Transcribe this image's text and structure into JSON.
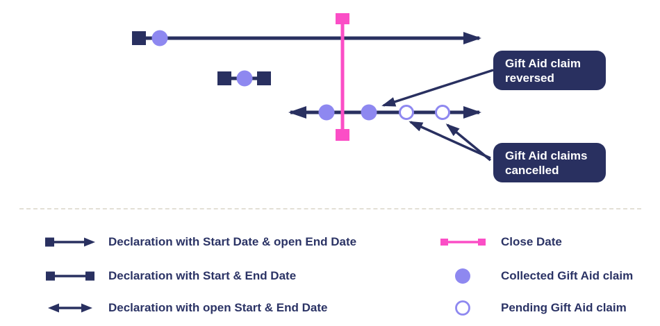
{
  "title": "Gift Aid declarations and claims timeline diagram",
  "colors": {
    "navy": "#293060",
    "purple": "#8e88f0",
    "pink": "#fb4ec6",
    "divider": "#e3dfd5",
    "text": "#2b3365",
    "white": "#ffffff"
  },
  "callouts": {
    "reversed": {
      "line1": "Gift Aid claim",
      "line2": "reversed"
    },
    "cancelled": {
      "line1": "Gift Aid claims",
      "line2": "cancelled"
    }
  },
  "diagram": {
    "timelines": [
      {
        "name": "declaration-with-start-date-open-end-date",
        "start_marker": "square",
        "end_marker": "arrow",
        "claims": [
          "collected"
        ]
      },
      {
        "name": "declaration-with-start-and-end-date",
        "start_marker": "square",
        "end_marker": "square",
        "claims": [
          "collected"
        ]
      },
      {
        "name": "declaration-with-open-start-and-end-date",
        "start_marker": "arrow",
        "end_marker": "arrow",
        "claims": [
          "collected",
          "collected",
          "pending",
          "pending"
        ]
      }
    ],
    "close_date_line": {
      "present": true,
      "crosses": [
        "timeline-1",
        "timeline-3"
      ]
    },
    "annotations": [
      {
        "target": "second collected claim on timeline 3",
        "label": "Gift Aid claim reversed"
      },
      {
        "target": "two pending claims on timeline 3",
        "label": "Gift Aid claims cancelled"
      }
    ]
  },
  "legend": {
    "left": [
      {
        "glyph": "square-to-arrow",
        "label": "Declaration with Start Date & open End Date"
      },
      {
        "glyph": "square-to-square",
        "label": "Declaration with Start & End Date"
      },
      {
        "glyph": "arrow-to-arrow",
        "label": "Declaration with open Start & End Date"
      }
    ],
    "right": [
      {
        "glyph": "close-date-line",
        "label": "Close Date"
      },
      {
        "glyph": "filled-circle",
        "label": "Collected Gift Aid claim"
      },
      {
        "glyph": "open-circle",
        "label": "Pending Gift Aid claim"
      }
    ]
  }
}
